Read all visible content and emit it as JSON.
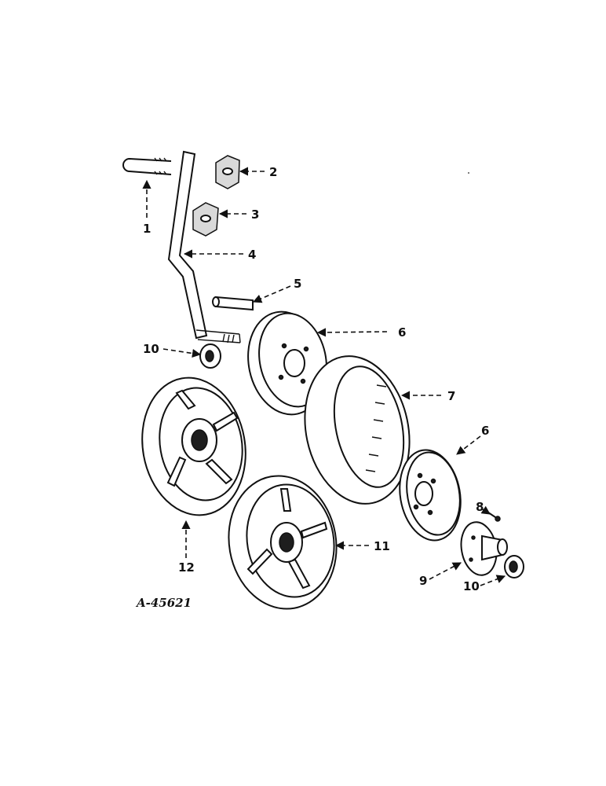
{
  "drawing_number": "A-45621",
  "callouts": {
    "c1": "1",
    "c2": "2",
    "c3": "3",
    "c4": "4",
    "c5": "5",
    "c6a": "6",
    "c6b": "6",
    "c7": "7",
    "c8": "8",
    "c9": "9",
    "c10a": "10",
    "c10b": "10",
    "c11": "11",
    "c12": "12"
  }
}
